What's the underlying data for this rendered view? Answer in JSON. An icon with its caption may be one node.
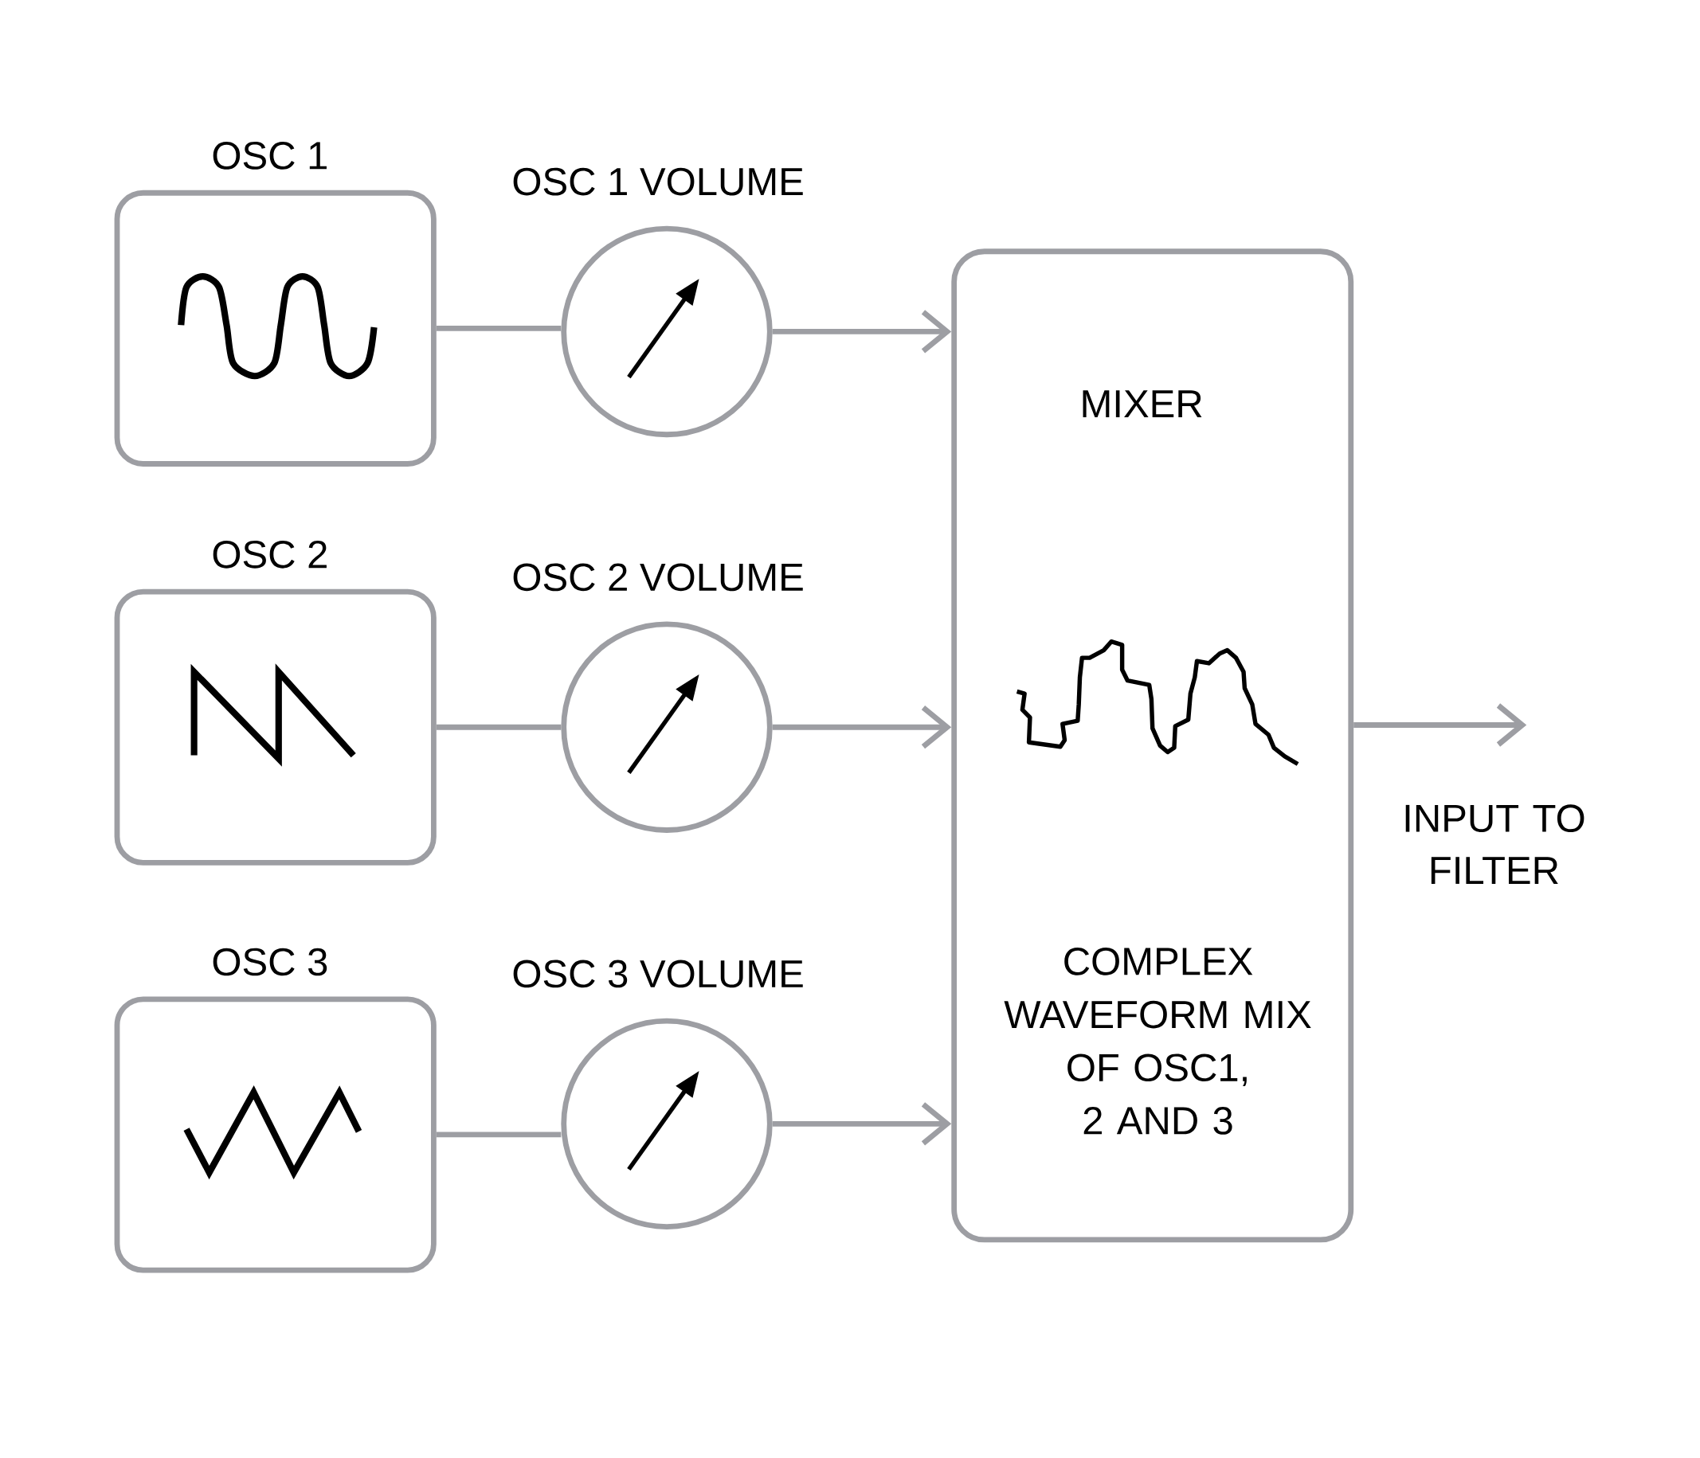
{
  "diagram": {
    "nodes": [
      {
        "text": [
          "OSC 1"
        ]
      },
      {
        "text": [
          "OSC 1 VOLUME"
        ]
      },
      {
        "text": [
          "OSC 2"
        ]
      },
      {
        "text": [
          "OSC 2 VOLUME"
        ]
      },
      {
        "text": [
          "OSC 3"
        ]
      },
      {
        "text": [
          "OSC 3 VOLUME"
        ]
      },
      {
        "text": [
          "MIXER",
          "COMPLEX WAVEFORM MIX OF OSC1, 2 AND 3"
        ]
      }
    ],
    "edges": [
      {
        "from": 0,
        "to": 1,
        "arrow": "none"
      },
      {
        "from": 1,
        "to": 6,
        "arrow": "to"
      },
      {
        "from": 2,
        "to": 3,
        "arrow": "none"
      },
      {
        "from": 3,
        "to": 6,
        "arrow": "to"
      },
      {
        "from": 4,
        "to": 5,
        "arrow": "none"
      },
      {
        "from": 5,
        "to": 6,
        "arrow": "to"
      },
      {
        "from": 6,
        "to": null,
        "arrow": "to"
      }
    ],
    "labels": [
      "INPUT TO FILTER"
    ]
  }
}
